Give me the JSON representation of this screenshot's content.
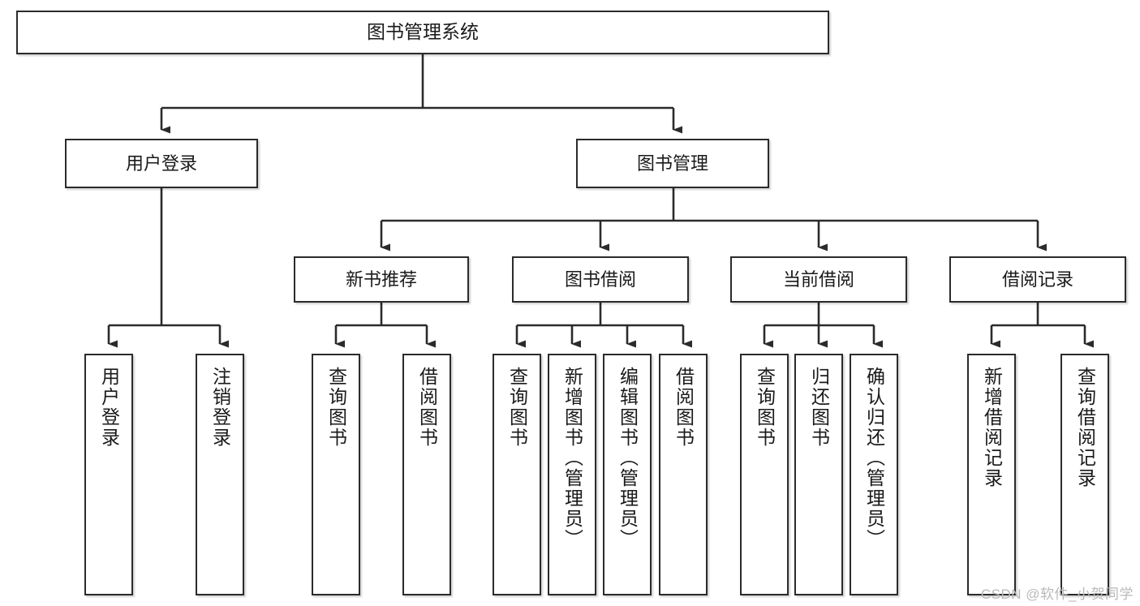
{
  "diagram": {
    "title": "图书管理系统",
    "type": "tree-hierarchy-diagram",
    "colors": {
      "box_border": "#2b2b2b",
      "box_fill": "#ffffff",
      "connector": "#2b2b2b",
      "text": "#1a1a1a",
      "watermark": "#b9b9b9"
    },
    "root": {
      "label": "图书管理系统"
    },
    "level1": [
      {
        "label": "用户登录"
      },
      {
        "label": "图书管理"
      }
    ],
    "level2": [
      {
        "label": "新书推荐"
      },
      {
        "label": "图书借阅"
      },
      {
        "label": "当前借阅"
      },
      {
        "label": "借阅记录"
      }
    ],
    "leaves": {
      "user_login": [
        {
          "label": "用户登录"
        },
        {
          "label": "注销登录"
        }
      ],
      "new_book_recommend": [
        {
          "label": "查询图书"
        },
        {
          "label": "借阅图书"
        }
      ],
      "book_borrow": [
        {
          "label": "查询图书"
        },
        {
          "label": "新增图书（管理员）"
        },
        {
          "label": "编辑图书（管理员）"
        },
        {
          "label": "借阅图书"
        }
      ],
      "current_borrow": [
        {
          "label": "查询图书"
        },
        {
          "label": "归还图书"
        },
        {
          "label": "确认归还（管理员）"
        }
      ],
      "borrow_record": [
        {
          "label": "新增借阅记录"
        },
        {
          "label": "查询借阅记录"
        }
      ]
    },
    "watermark": "CSDN @软件_小贺同学"
  }
}
